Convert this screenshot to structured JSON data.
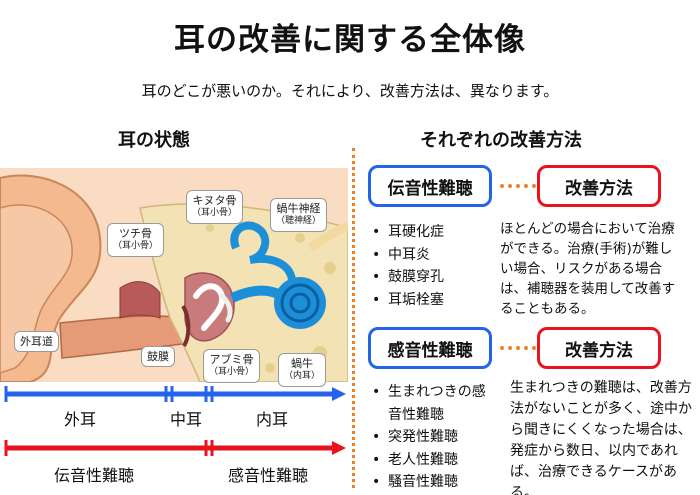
{
  "title": "耳の改善に関する全体像",
  "subtitle": "耳のどこが悪いのか。それにより、改善方法は、異なります。",
  "left_heading": "耳の状態",
  "right_heading": "それぞれの改善方法",
  "ear_labels": {
    "kinuta": {
      "name": "キヌタ骨",
      "sub": "（耳小骨）"
    },
    "tsuchi": {
      "name": "ツチ骨",
      "sub": "（耳小骨）"
    },
    "kagyu_nerve": {
      "name": "蝸牛神経",
      "sub": "（聴神経）"
    },
    "outer_canal": {
      "name": "外耳道"
    },
    "eardrum": {
      "name": "鼓膜"
    },
    "abumi": {
      "name": "アブミ骨",
      "sub": "（耳小骨）"
    },
    "kagyu": {
      "name": "蝸牛",
      "sub": "（内耳）"
    }
  },
  "regions": {
    "outer": "外耳",
    "middle": "中耳",
    "inner": "内耳"
  },
  "hearing_types": {
    "conductive": "伝音性難聴",
    "sensorineural": "感音性難聴"
  },
  "conductive": {
    "label": "伝音性難聴",
    "method_label": "改善方法",
    "items": [
      "耳硬化症",
      "中耳炎",
      "鼓膜穿孔",
      "耳垢栓塞"
    ],
    "description": "ほとんどの場合において治療ができる。治療(手術)が難しい場合、リスクがある場合は、補聴器を装用して改善することもある。"
  },
  "sensorineural": {
    "label": "感音性難聴",
    "method_label": "改善方法",
    "items": [
      "生まれつきの感音性難聴",
      "突発性難聴",
      "老人性難聴",
      "騒音性難聴"
    ],
    "description": "生まれつきの難聴は、改善方法がないことが多く、途中から聞きにくくなった場合は、発症から数日、以内であれば、治療できるケースがある。"
  },
  "colors": {
    "blue": "#2563eb",
    "red": "#e8131d",
    "orange": "#f07f22",
    "skin": "#f6c9a4",
    "cochlea": "#1d8fd8"
  }
}
